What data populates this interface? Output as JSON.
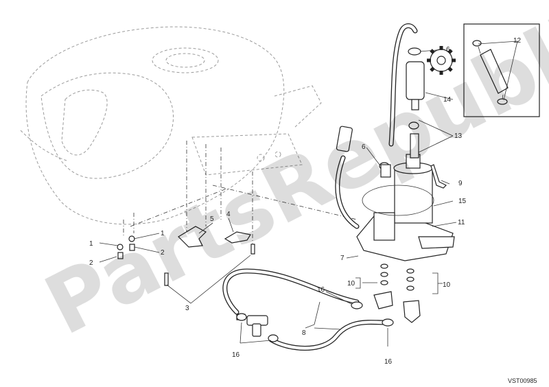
{
  "watermark": "PartsRepublik",
  "drawing_code": "VST00985",
  "callouts": {
    "c1a": "1",
    "c1b": "1",
    "c2a": "2",
    "c2b": "2",
    "c3": "3",
    "c4": "4",
    "c5": "5",
    "c6a": "6",
    "c6b": "6",
    "c7": "7",
    "c8": "8",
    "c9": "9",
    "c10a": "10",
    "c10b": "10",
    "c11": "11",
    "c12": "12",
    "c13": "13",
    "c14": "14",
    "c15": "15",
    "c16a": "16",
    "c16b": "16",
    "c16c": "16"
  },
  "icons": {
    "gear": "gear-icon"
  }
}
